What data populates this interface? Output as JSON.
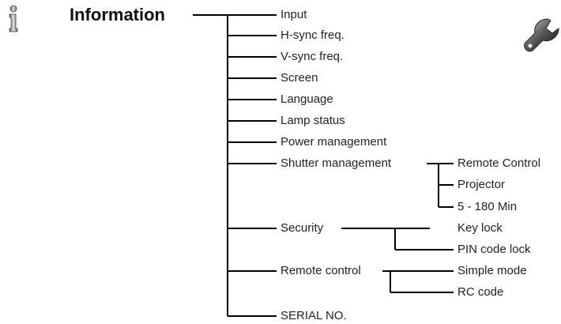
{
  "title": "Information",
  "items": [
    "Input",
    "H-sync freq.",
    "V-sync freq.",
    "Screen",
    "Language",
    "Lamp status",
    "Power management",
    "Shutter management",
    "Security",
    "Remote control",
    "SERIAL NO."
  ],
  "shutter_options": [
    "Remote Control",
    "Projector",
    "5 - 180 Min"
  ],
  "security_options": [
    "Key lock",
    "PIN code lock"
  ],
  "remote_options": [
    "Simple mode",
    "RC code"
  ],
  "icons": {
    "info": "info-icon",
    "settings": "wrench-icon"
  },
  "line_color": "#000000"
}
